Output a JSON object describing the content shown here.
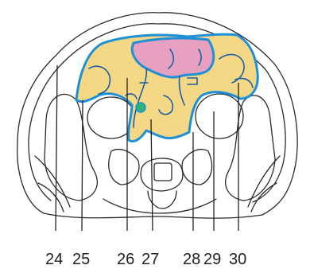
{
  "labels": [
    "24",
    "25",
    "26",
    "27",
    "28",
    "29",
    "30"
  ],
  "colors": {
    "outline": "#2a2a2a",
    "fat_region": "#f5d885",
    "pink_region": "#e8a0c0",
    "region_border": "#1f8fd6",
    "green_vessel": "#2db37a"
  }
}
